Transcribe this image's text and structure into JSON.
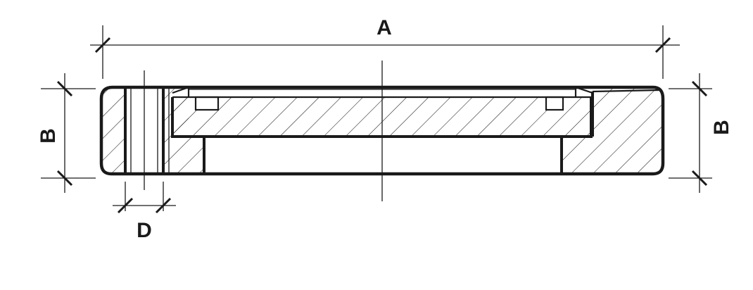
{
  "labels": {
    "a": "A",
    "b_left": "B",
    "b_right": "B",
    "d": "D"
  },
  "colors": {
    "ink": "#1a1a1a",
    "background": "#ffffff"
  }
}
